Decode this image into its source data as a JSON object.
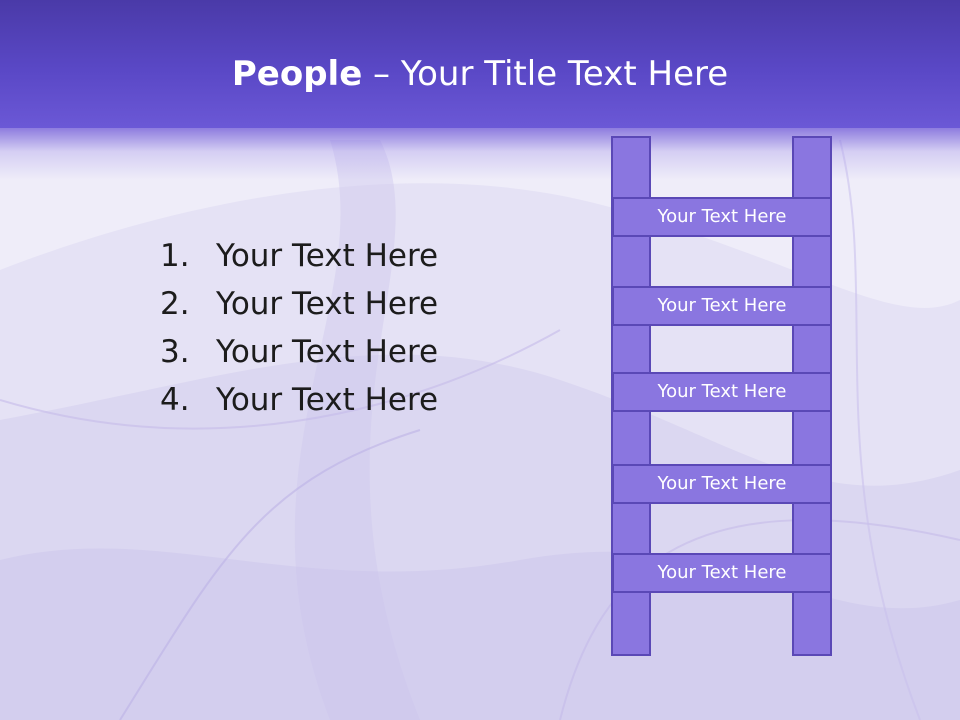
{
  "slide": {
    "title_bold": "People",
    "title_rest": " – Your Title Text Here",
    "list": [
      {
        "number": "1.",
        "text": "Your Text Here"
      },
      {
        "number": "2.",
        "text": "Your Text Here"
      },
      {
        "number": "3.",
        "text": "Your Text Here"
      },
      {
        "number": "4.",
        "text": "Your Text Here"
      }
    ],
    "ladder_rungs": [
      "Your Text Here",
      "Your Text Here",
      "Your Text Here",
      "Your Text Here",
      "Your Text Here"
    ]
  },
  "colors": {
    "header": "#5a48c6",
    "ladder_fill": "#8a76e0",
    "ladder_border": "#5a48b6",
    "background": "#efedf9"
  }
}
